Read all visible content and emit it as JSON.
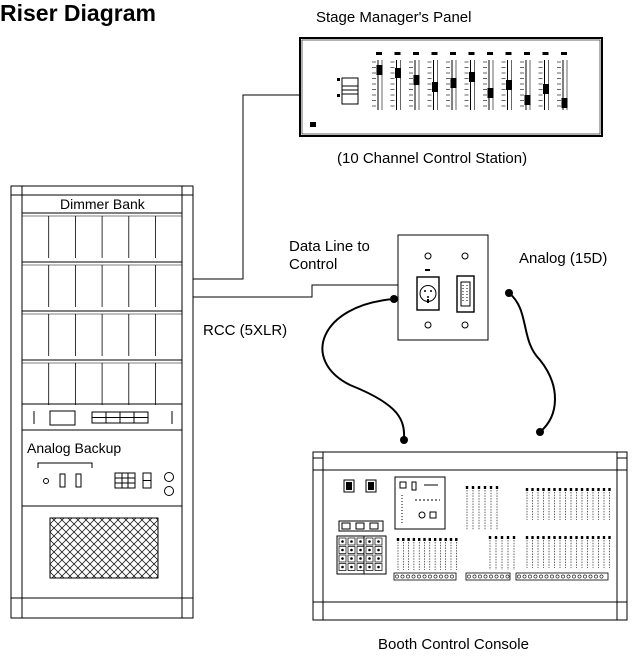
{
  "title": "Riser Diagram",
  "labels": {
    "stage_panel": "Stage Manager's Panel",
    "stage_panel_sub": "(10 Channel Control Station)",
    "dimmer_bank": "Dimmer Bank",
    "analog_backup": "Analog Backup",
    "data_line_1": "Data Line to",
    "data_line_2": "Control",
    "analog": "Analog (15D)",
    "rcc": "RCC (5XLR)",
    "booth_console": "Booth Control Console"
  },
  "colors": {
    "line": "#000000",
    "background": "#ffffff",
    "panel_fill": "#ffffff"
  }
}
